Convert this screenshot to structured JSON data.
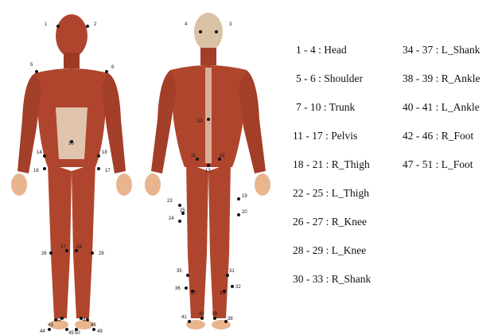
{
  "legend": [
    "1 - 4 : Head",
    "5 - 6 : Shoulder",
    "7 - 10 : Trunk",
    "11 - 17 : Pelvis",
    "18 - 21 : R_Thigh",
    "22 - 25 : L_Thigh",
    "26 - 27 : R_Knee",
    "28 - 29 : L_Knee",
    "30 - 33 : R_Shank",
    "34 - 37 : L_Shank",
    "38 - 39 : R_Ankle",
    "40 - 41 : L_Ankle",
    "42 - 46 : R_Foot",
    "47 - 51 : L_Foot"
  ],
  "markers": {
    "front": [
      "1",
      "2",
      "5",
      "6",
      "14",
      "18",
      "16",
      "17",
      "26",
      "27",
      "29",
      "28",
      "43",
      "42",
      "47",
      "48",
      "44",
      "45",
      "50",
      "49",
      "30"
    ],
    "back": [
      "4",
      "3",
      "13",
      "11",
      "12",
      "23",
      "24",
      "19",
      "20",
      "25",
      "35",
      "36",
      "37",
      "31",
      "32",
      "33",
      "41",
      "40",
      "39",
      "38",
      "10"
    ]
  },
  "colors": {
    "muscle": "#b0452d",
    "muscle_dark": "#7e2416",
    "tendon": "#eadbc4",
    "skin": "#e9b58f",
    "marker": "#111111"
  }
}
